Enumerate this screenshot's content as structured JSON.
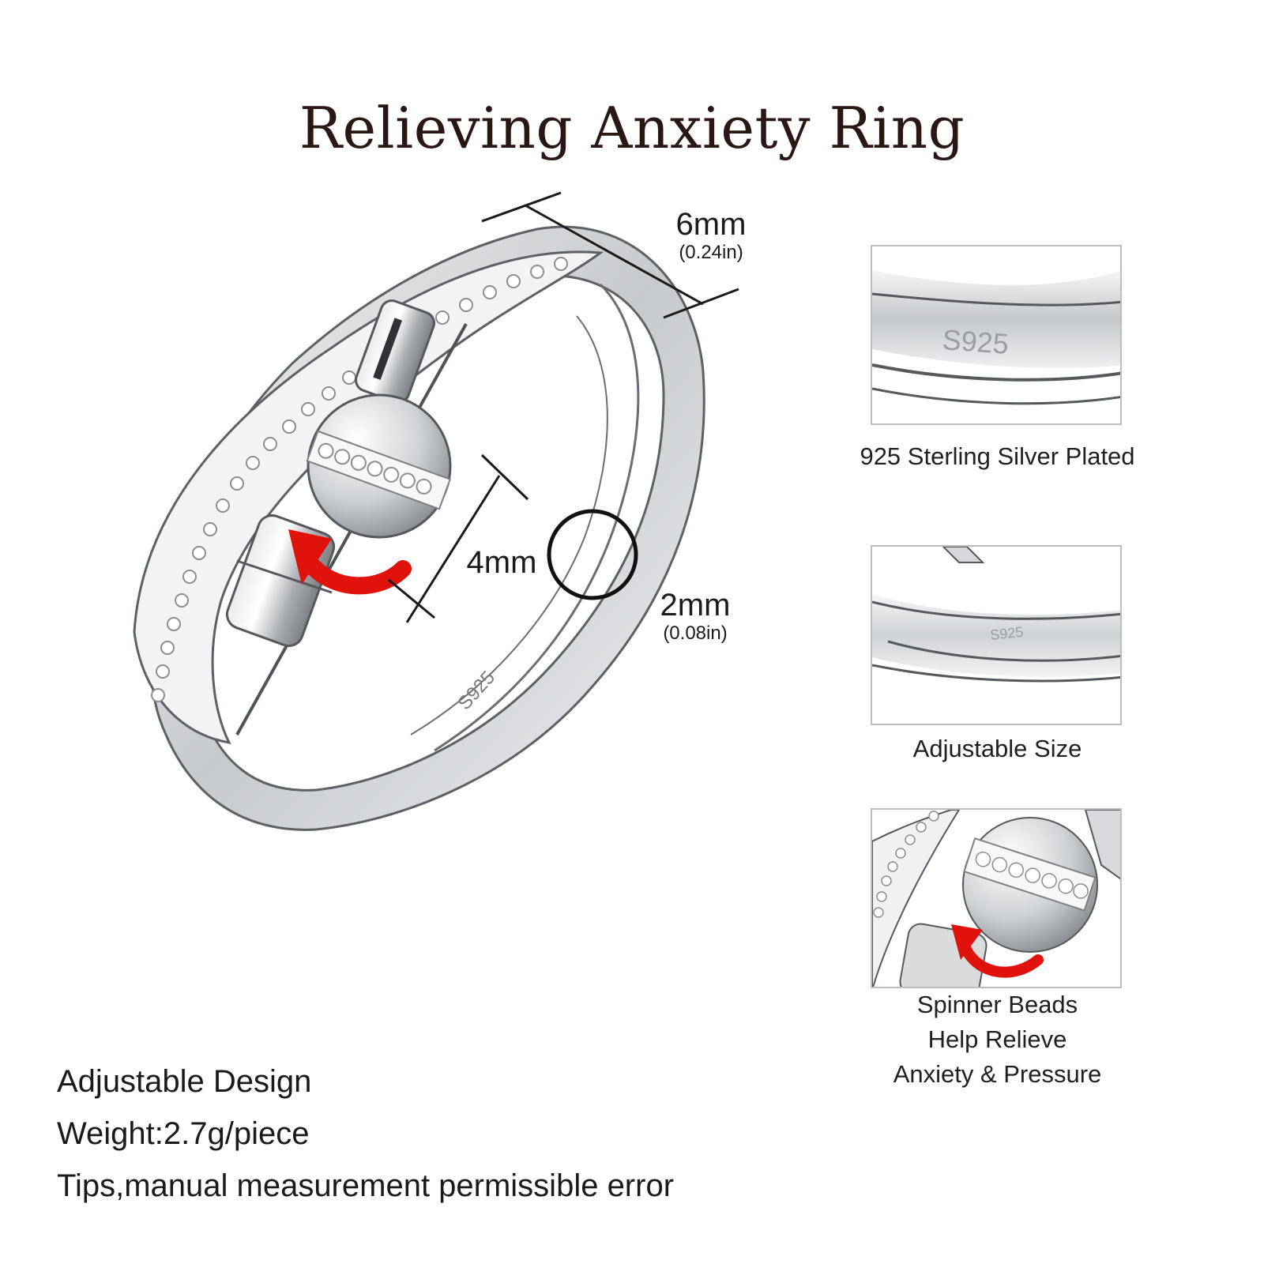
{
  "title": "Relieving Anxiety Ring",
  "dimensions": {
    "width": {
      "value": "6mm",
      "sub": "(0.24in)"
    },
    "bead": {
      "value": "4mm"
    },
    "band": {
      "value": "2mm",
      "sub": "(0.08in)"
    }
  },
  "ring_stamp": "S925",
  "features": [
    {
      "stamp": "S925",
      "caption": "925 Sterling Silver Plated"
    },
    {
      "stamp": "S925",
      "caption": "Adjustable Size"
    },
    {
      "caption_lines": [
        "Spinner Beads",
        "Help Relieve",
        "Anxiety & Pressure"
      ]
    }
  ],
  "notes": [
    "Adjustable Design",
    "Weight:2.7g/piece",
    "Tips,manual measurement permissible error"
  ],
  "colors": {
    "title": "#2a1612",
    "arrow": "#e0120c",
    "silver": "#c9ccd0",
    "panel_border": "#bdbdbd"
  }
}
